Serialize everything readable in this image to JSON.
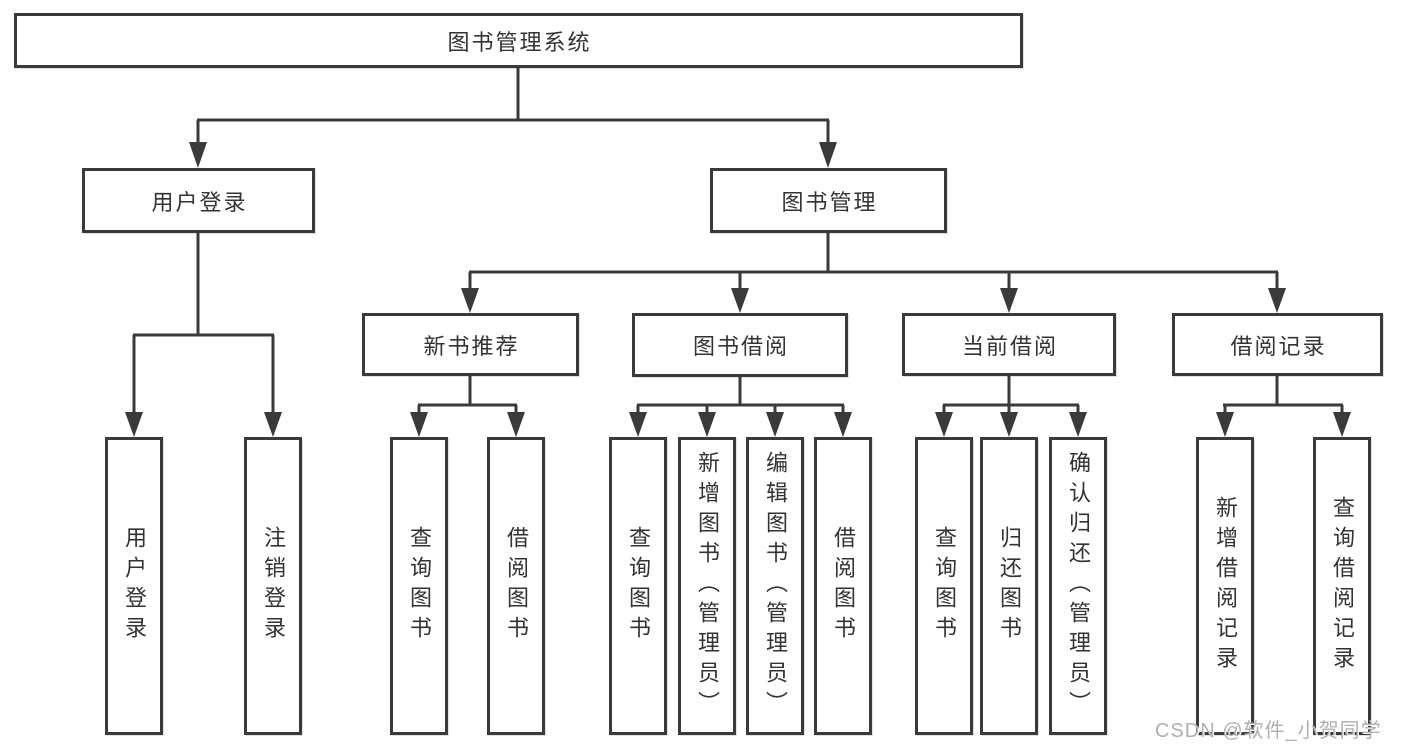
{
  "tree": {
    "root": {
      "label": "图书管理系统"
    },
    "login": {
      "label": "用户登录",
      "children": [
        {
          "label": "用户登录"
        },
        {
          "label": "注销登录"
        }
      ]
    },
    "management": {
      "label": "图书管理",
      "sections": [
        {
          "label": "新书推荐",
          "children": [
            {
              "label": "查询图书"
            },
            {
              "label": "借阅图书"
            }
          ]
        },
        {
          "label": "图书借阅",
          "children": [
            {
              "label": "查询图书"
            },
            {
              "label": "新增图书（管理员）"
            },
            {
              "label": "编辑图书（管理员）"
            },
            {
              "label": "借阅图书"
            }
          ]
        },
        {
          "label": "当前借阅",
          "children": [
            {
              "label": "查询图书"
            },
            {
              "label": "归还图书"
            },
            {
              "label": "确认归还（管理员）"
            }
          ]
        },
        {
          "label": "借阅记录",
          "children": [
            {
              "label": "新增借阅记录"
            },
            {
              "label": "查询借阅记录"
            }
          ]
        }
      ]
    }
  },
  "watermark": "CSDN @软件_小贺同学",
  "colors": {
    "line": "#3a3a3a",
    "box_border": "#3a3a3a",
    "text": "#333333",
    "background": "#ffffff",
    "watermark_text": "#b0b0b0"
  }
}
